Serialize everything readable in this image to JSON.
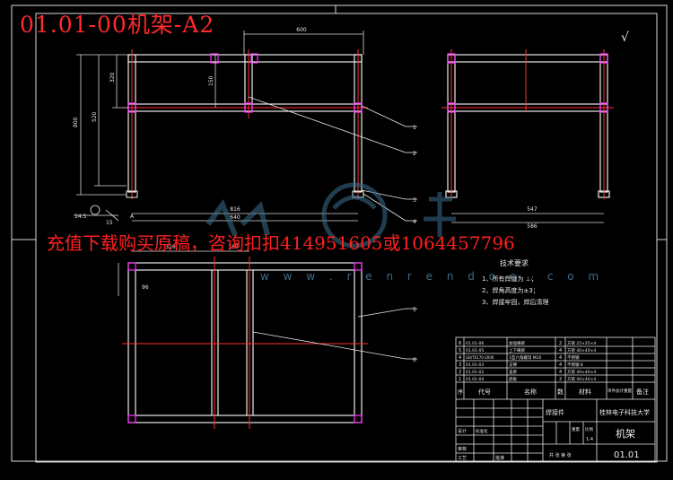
{
  "drawing": {
    "title": "01.01-00机架-A2",
    "watermark_banner": "充值下载购买原稿，咨询扣扣414951605或1064457796",
    "watermark_url": "w w w . r e n r e n d o c . c o m",
    "surface_symbol": "√"
  },
  "tech_requirements": {
    "heading": "技术要求",
    "items": [
      "1、所有焊缝为  ⊥；",
      "2、焊角高度为±3；",
      "3、焊接牢固，焊后清理"
    ]
  },
  "parts_list": {
    "headers": {
      "seq": "序",
      "code": "代号",
      "name": "名称",
      "qty": "数",
      "material": "材料",
      "unit_weight": "单件总计重量",
      "remark": "备注"
    },
    "rows": [
      {
        "seq": "6",
        "code": "01.01-06",
        "name": "加强横梁",
        "qty": "2",
        "material": "方管 25×25×4"
      },
      {
        "seq": "5",
        "code": "01.01-05",
        "name": "上下横梁",
        "qty": "4",
        "material": "方管 40×40×4"
      },
      {
        "seq": "4",
        "code": "GB/T6170-2000",
        "name": "1型六角螺母 M10",
        "qty": "4",
        "material": "不锈钢"
      },
      {
        "seq": "3",
        "code": "01.01-03",
        "name": "支撑",
        "qty": "4",
        "material": "不锈钢 8"
      },
      {
        "seq": "2",
        "code": "01.01-02",
        "name": "竖梁",
        "qty": "4",
        "material": "方管 40×40×4"
      },
      {
        "seq": "1",
        "code": "01.01-04",
        "name": "底板",
        "qty": "2",
        "material": "方管 40×40×4"
      }
    ]
  },
  "title_block": {
    "part_name": "机架",
    "part_code": "01.01",
    "school": "桂林电子科技大学",
    "material_cell": "焊接件",
    "scale": "1:4",
    "scale_label": "比例",
    "weight_label": "重量",
    "designer_label": "设计",
    "standard_label": "标准化",
    "review_label": "审核",
    "process_label": "工艺",
    "approve_label": "批准",
    "sheet_label": "共  张  第  张"
  },
  "labels": {
    "callouts": [
      "1",
      "2",
      "3",
      "4",
      "5",
      "6"
    ],
    "dim_width_top": "600",
    "dim_height_total": "800",
    "dim_height_upper": "320",
    "dim_height_mid": "520",
    "dim_crossbar": "150",
    "dim_bottom_width": "816",
    "dim_bottom_inner": "640",
    "dim_side_width": "547",
    "dim_side_total": "586",
    "dim_plan_left": "310",
    "dim_plan_right": "160",
    "dim_plan_depth": "96",
    "dim_foot_a": "14.5",
    "dim_foot_b": "15",
    "detail_label": "A"
  }
}
